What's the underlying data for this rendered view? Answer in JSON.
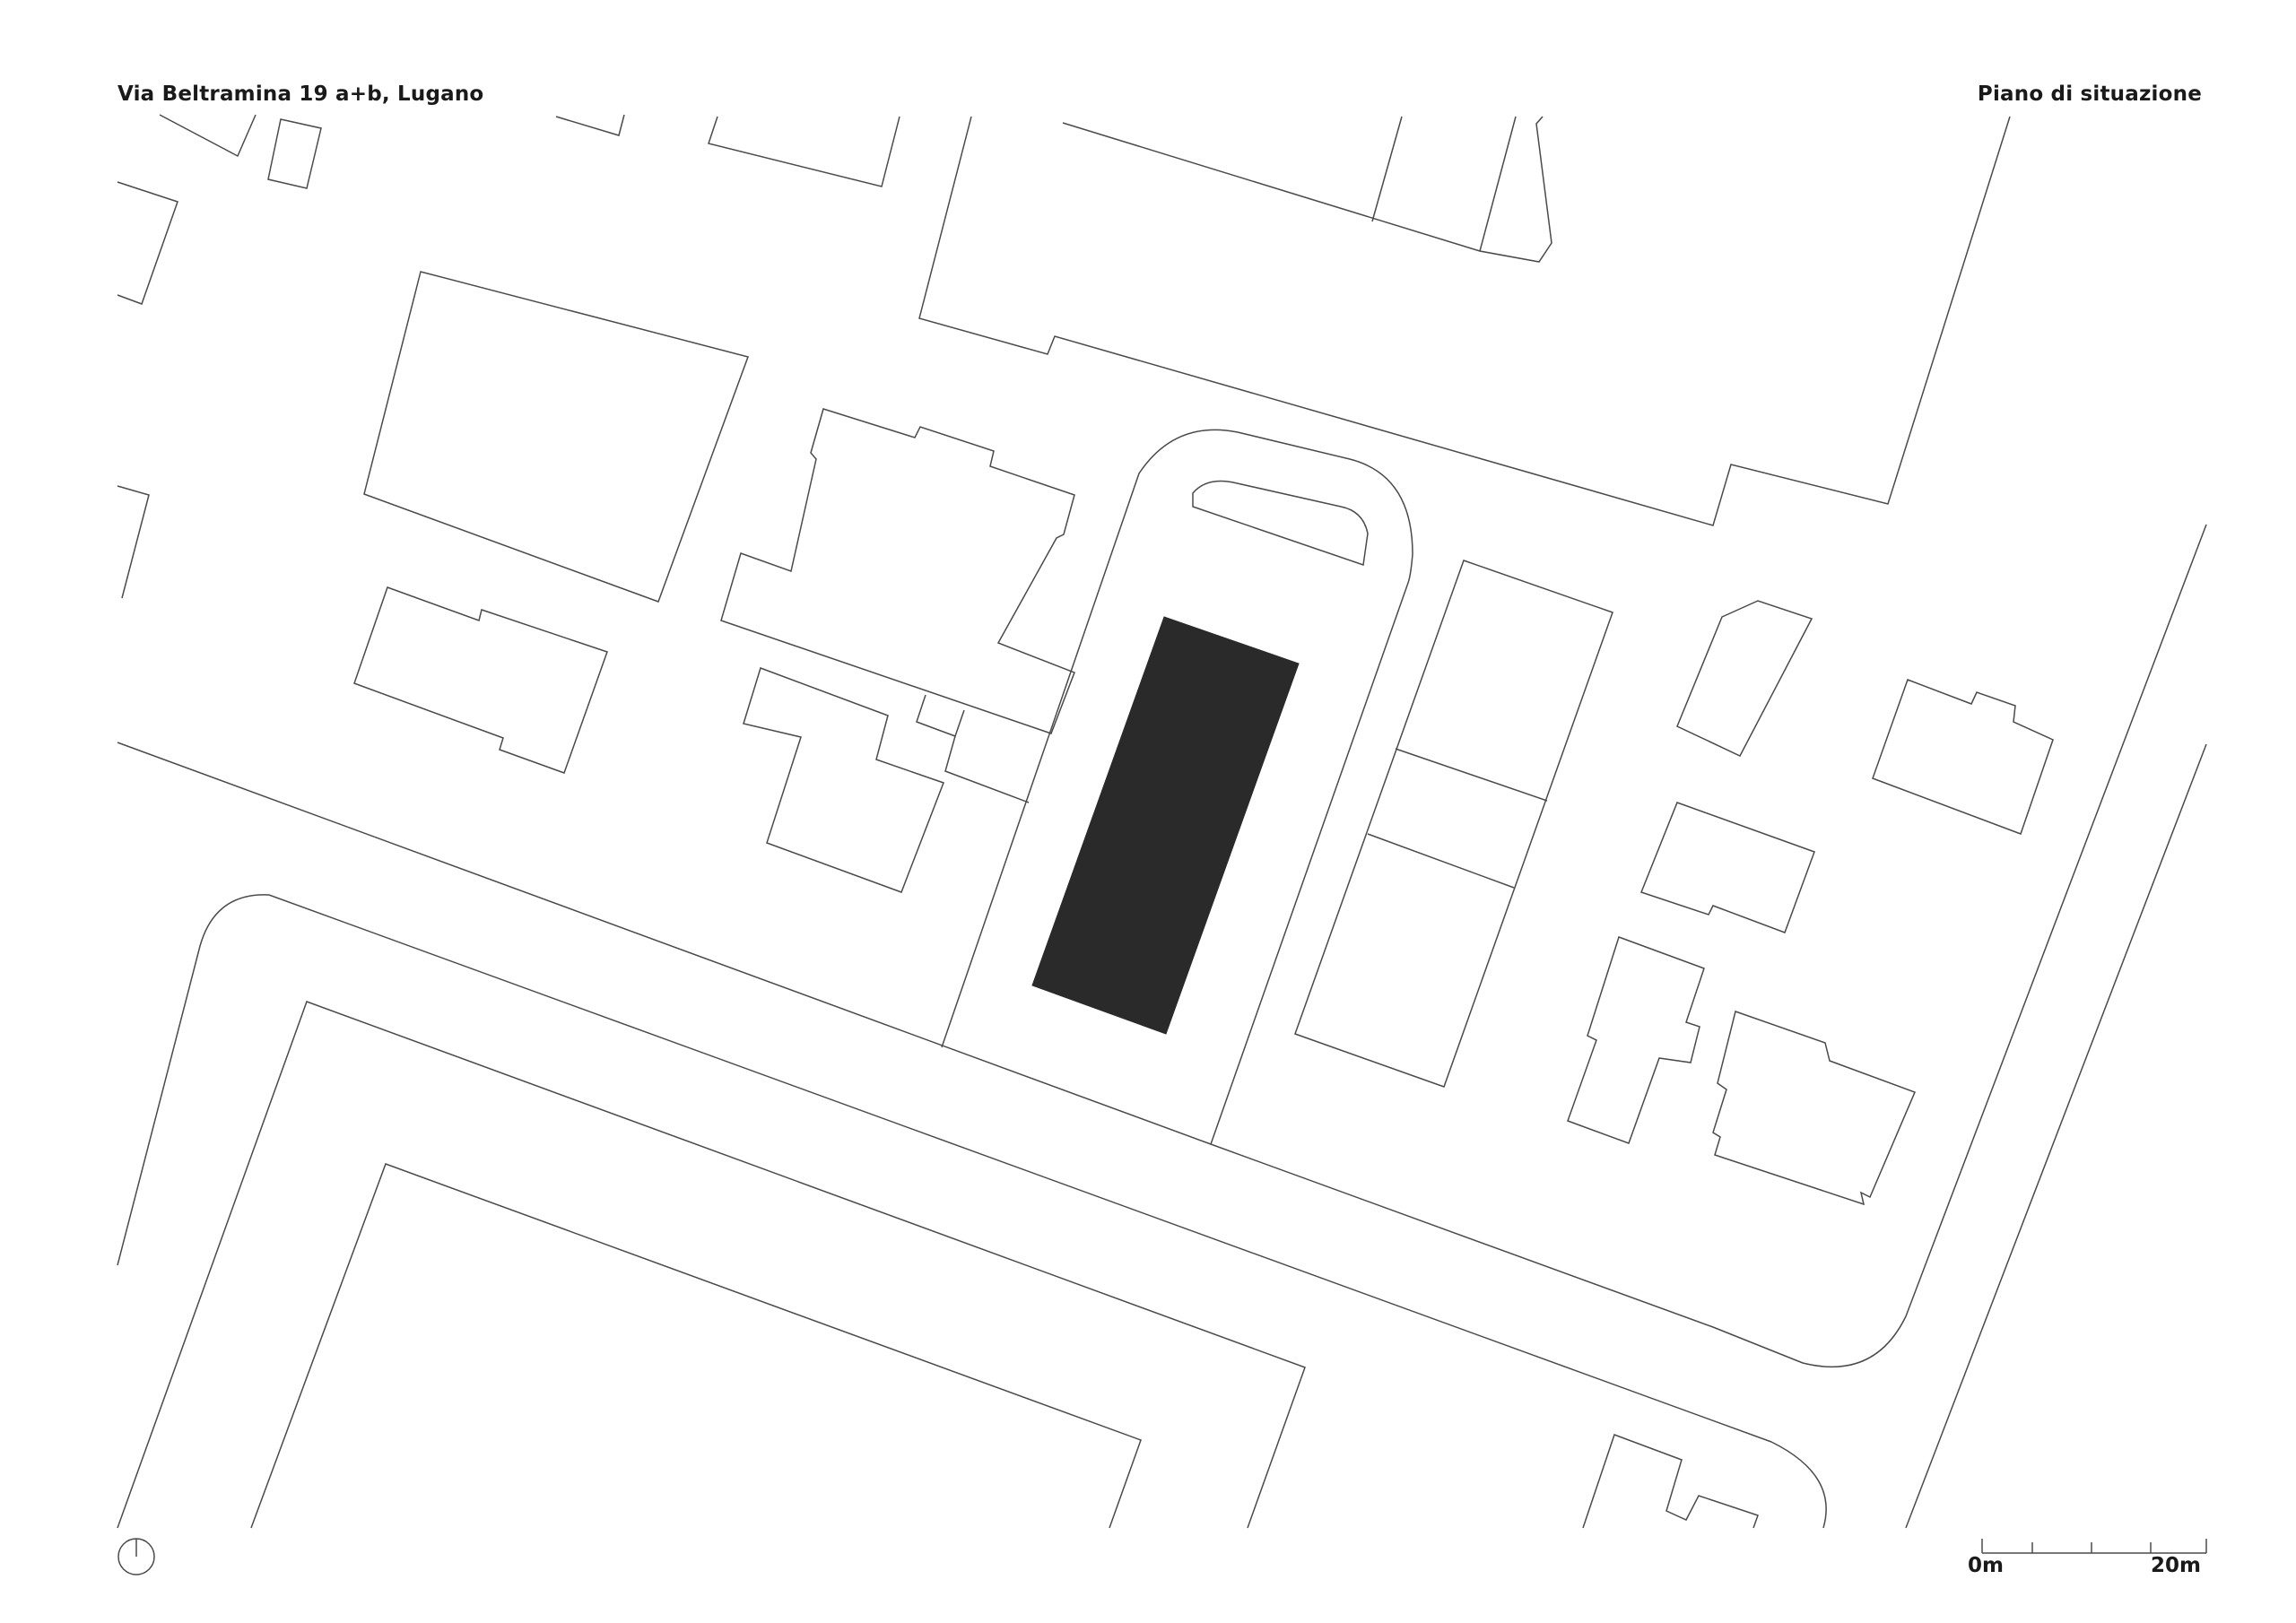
{
  "header": {
    "address": "Via Beltramina 19 a+b, Lugano",
    "sheet_title": "Piano di situazione"
  },
  "scale_bar": {
    "start_label": "0m",
    "end_label": "20m"
  },
  "colors": {
    "project_building": "#2a2a2a",
    "linework": "#4a4a4a",
    "background": "#ffffff"
  },
  "icons": {
    "north_arrow": "north-arrow-icon"
  }
}
